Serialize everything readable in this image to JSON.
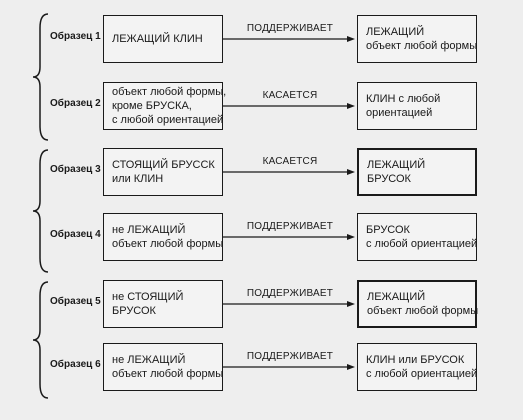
{
  "colors": {
    "ink": "#1a1a1a",
    "background": "#eeeeee"
  },
  "rows": [
    {
      "label": "Образец 1",
      "left": [
        "ЛЕЖАЩИЙ КЛИН"
      ],
      "relation": "ПОДДЕРЖИВАЕТ",
      "right": [
        "ЛЕЖАЩИЙ",
        "объект любой формы"
      ]
    },
    {
      "label": "Образец 2",
      "left": [
        "объект любой формы,",
        "кроме БРУСКА,",
        "с любой ориентацией"
      ],
      "relation": "КАСАЕТСЯ",
      "right": [
        "КЛИН с любой",
        "ориентацией"
      ]
    },
    {
      "label": "Образец 3",
      "left": [
        "СТОЯЩИЙ БРУССК",
        "или КЛИН"
      ],
      "relation": "КАСАЕТСЯ",
      "right": [
        "ЛЕЖАЩИЙ",
        "БРУСОК"
      ]
    },
    {
      "label": "Образец 4",
      "left": [
        "не ЛЕЖАЩИЙ",
        "объект любой формы"
      ],
      "relation": "ПОДДЕРЖИВАЕТ",
      "right": [
        "БРУСОК",
        "с любой ориентацией"
      ]
    },
    {
      "label": "Образец 5",
      "left": [
        "не СТОЯЩИЙ",
        "БРУСОК"
      ],
      "relation": "ПОДДЕРЖИВАЕТ",
      "right": [
        "ЛЕЖАЩИЙ",
        "объект любой формы"
      ]
    },
    {
      "label": "Образец 6",
      "left": [
        "не ЛЕЖАЩИЙ",
        "объект любой формы"
      ],
      "relation": "ПОДДЕРЖИВАЕТ",
      "right": [
        "КЛИН или БРУСОК",
        "с любой ориентацией"
      ]
    }
  ]
}
